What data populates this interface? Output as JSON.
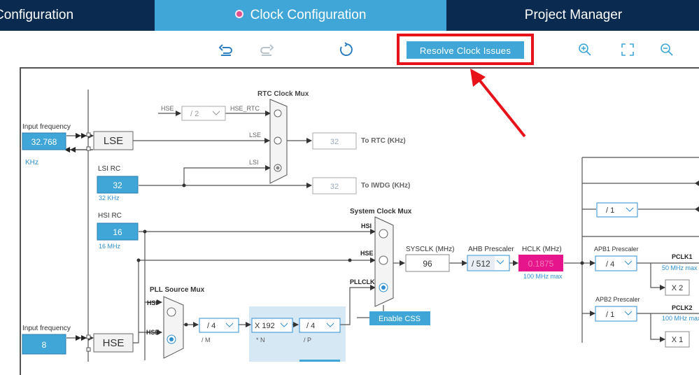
{
  "tabs": {
    "pinout": "Configuration",
    "clock": "Clock Configuration",
    "project": "Project Manager"
  },
  "toolbar": {
    "resolve_label": "Resolve Clock Issues",
    "icons": [
      "undo-icon",
      "redo-icon",
      "reset-icon",
      "zoom-in-icon",
      "fit-screen-icon",
      "zoom-out-icon"
    ]
  },
  "colors": {
    "header": "#0b2a4f",
    "active_tab": "#3fa6d7",
    "value_box": "#3fa6d7",
    "error_box": "#e6158c",
    "highlight_border": "#e8121a",
    "pll_panel": "#d7e8f5"
  },
  "diagram": {
    "lse_input": {
      "label": "Input frequency",
      "value": "32.768",
      "unit": "KHz"
    },
    "lse": "LSE",
    "lsi": {
      "label": "LSI RC",
      "value": "32",
      "unit": "32 KHz"
    },
    "hsi": {
      "label": "HSI RC",
      "value": "16",
      "unit": "16 MHz"
    },
    "hse_input": {
      "label": "Input frequency",
      "value": "8"
    },
    "hse": "HSE",
    "rtc_mux": {
      "title": "RTC Clock Mux",
      "hse_label": "HSE",
      "div": "/ 2",
      "hse_rtc": "HSE_RTC",
      "lse": "LSE",
      "lsi": "LSI",
      "rtc_value": "32",
      "rtc_label": "To RTC (KHz)",
      "iwdg_value": "32",
      "iwdg_label": "To IWDG (KHz)"
    },
    "sys_mux": {
      "title": "System Clock Mux",
      "hsi": "HSI",
      "hse": "HSE",
      "pllclk": "PLLCLK",
      "enable_css": "Enable CSS"
    },
    "sysclk": {
      "label": "SYSCLK (MHz)",
      "value": "96"
    },
    "ahb": {
      "label": "AHB Prescaler",
      "value": "/ 512"
    },
    "hclk": {
      "label": "HCLK (MHz)",
      "value": "0.1875",
      "max": "100 MHz max"
    },
    "pll_mux": {
      "title": "PLL Source Mux",
      "hsi": "HSI",
      "hse": "HSE"
    },
    "pll": {
      "m": "/ 4",
      "m_label": "/ M",
      "n": "X 192",
      "n_label": "* N",
      "p": "/ 4",
      "p_label": "/ P"
    },
    "apb1": {
      "label": "APB1 Prescaler",
      "value": "/ 4",
      "pclk": "PCLK1",
      "max": "50 MHz max",
      "mult": "X 2"
    },
    "apb2": {
      "label": "APB2 Prescaler",
      "value": "/ 1",
      "pclk": "PCLK2",
      "max": "100 MHz max",
      "mult": "X 1"
    },
    "right_div": "/ 1"
  }
}
